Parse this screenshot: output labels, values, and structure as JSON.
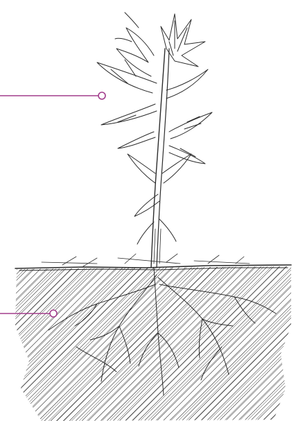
{
  "colors": {
    "background": "#ffffff",
    "ink": "#2b2b2b",
    "callout": "#a23d8c"
  },
  "illustration": {
    "callouts": [
      {
        "name": "plant-callout-line",
        "icon": "callout-circle-marker"
      },
      {
        "name": "soil-callout-line",
        "icon": "callout-circle-marker"
      }
    ]
  }
}
